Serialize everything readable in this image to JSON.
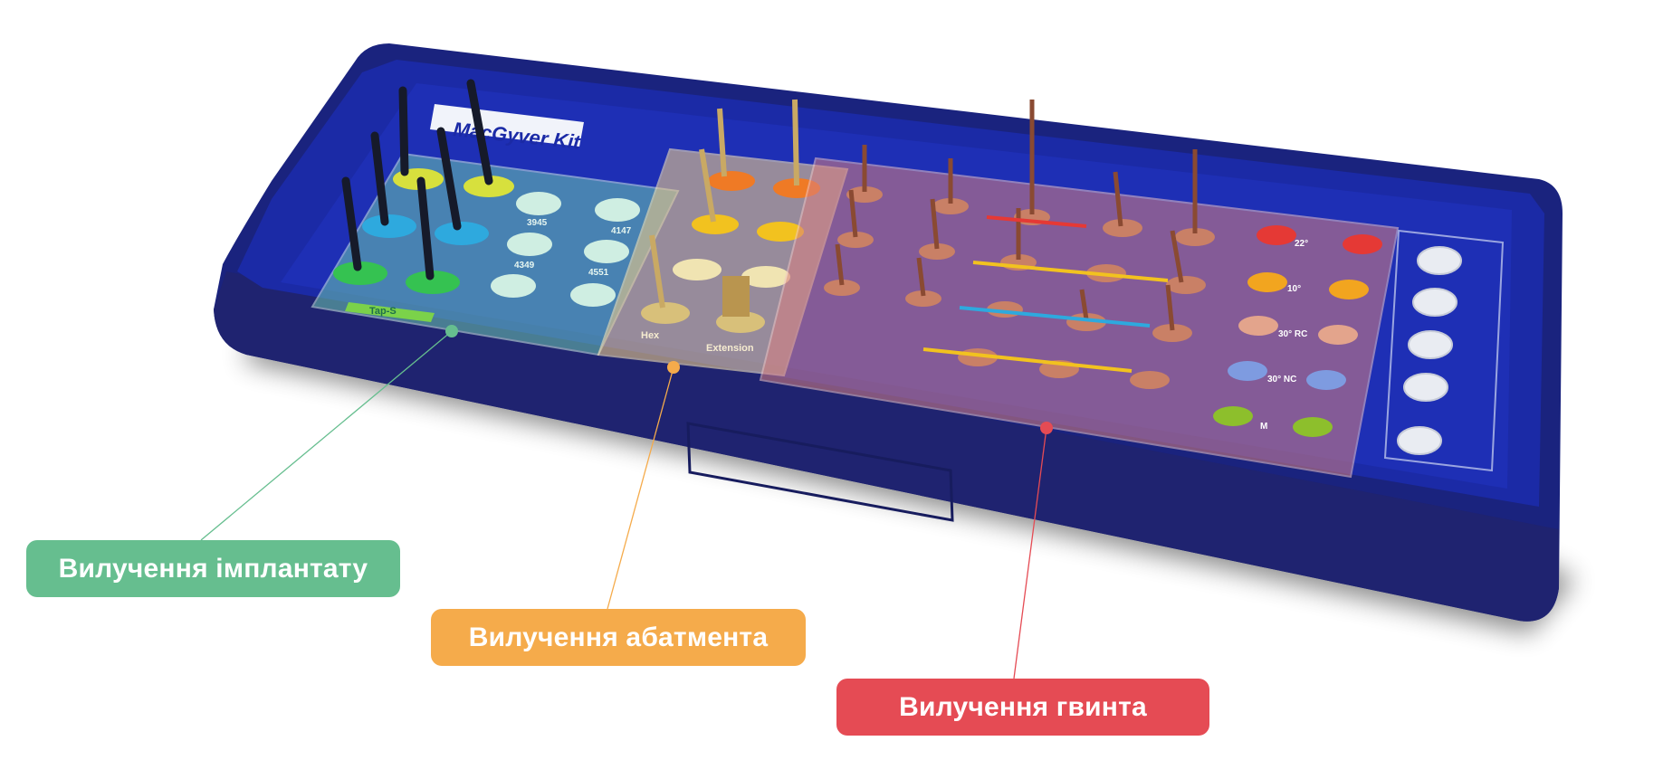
{
  "product": {
    "logo_text": "MacGyver Kit",
    "implant_sizes": [
      "3945",
      "4147",
      "4349",
      "4551"
    ],
    "tap_label": "Tap-S",
    "abutment_labels": [
      "Hex",
      "Extension"
    ],
    "screw_angles": [
      "22°",
      "10°",
      "30° RC",
      "30° NC",
      "M"
    ]
  },
  "callouts": [
    {
      "label": "Вилучення імплантату",
      "color": "#66be8f"
    },
    {
      "label": "Вилучення абатмента",
      "color": "#f5ab4b"
    },
    {
      "label": "Вилучення гвинта",
      "color": "#e54b54"
    }
  ]
}
